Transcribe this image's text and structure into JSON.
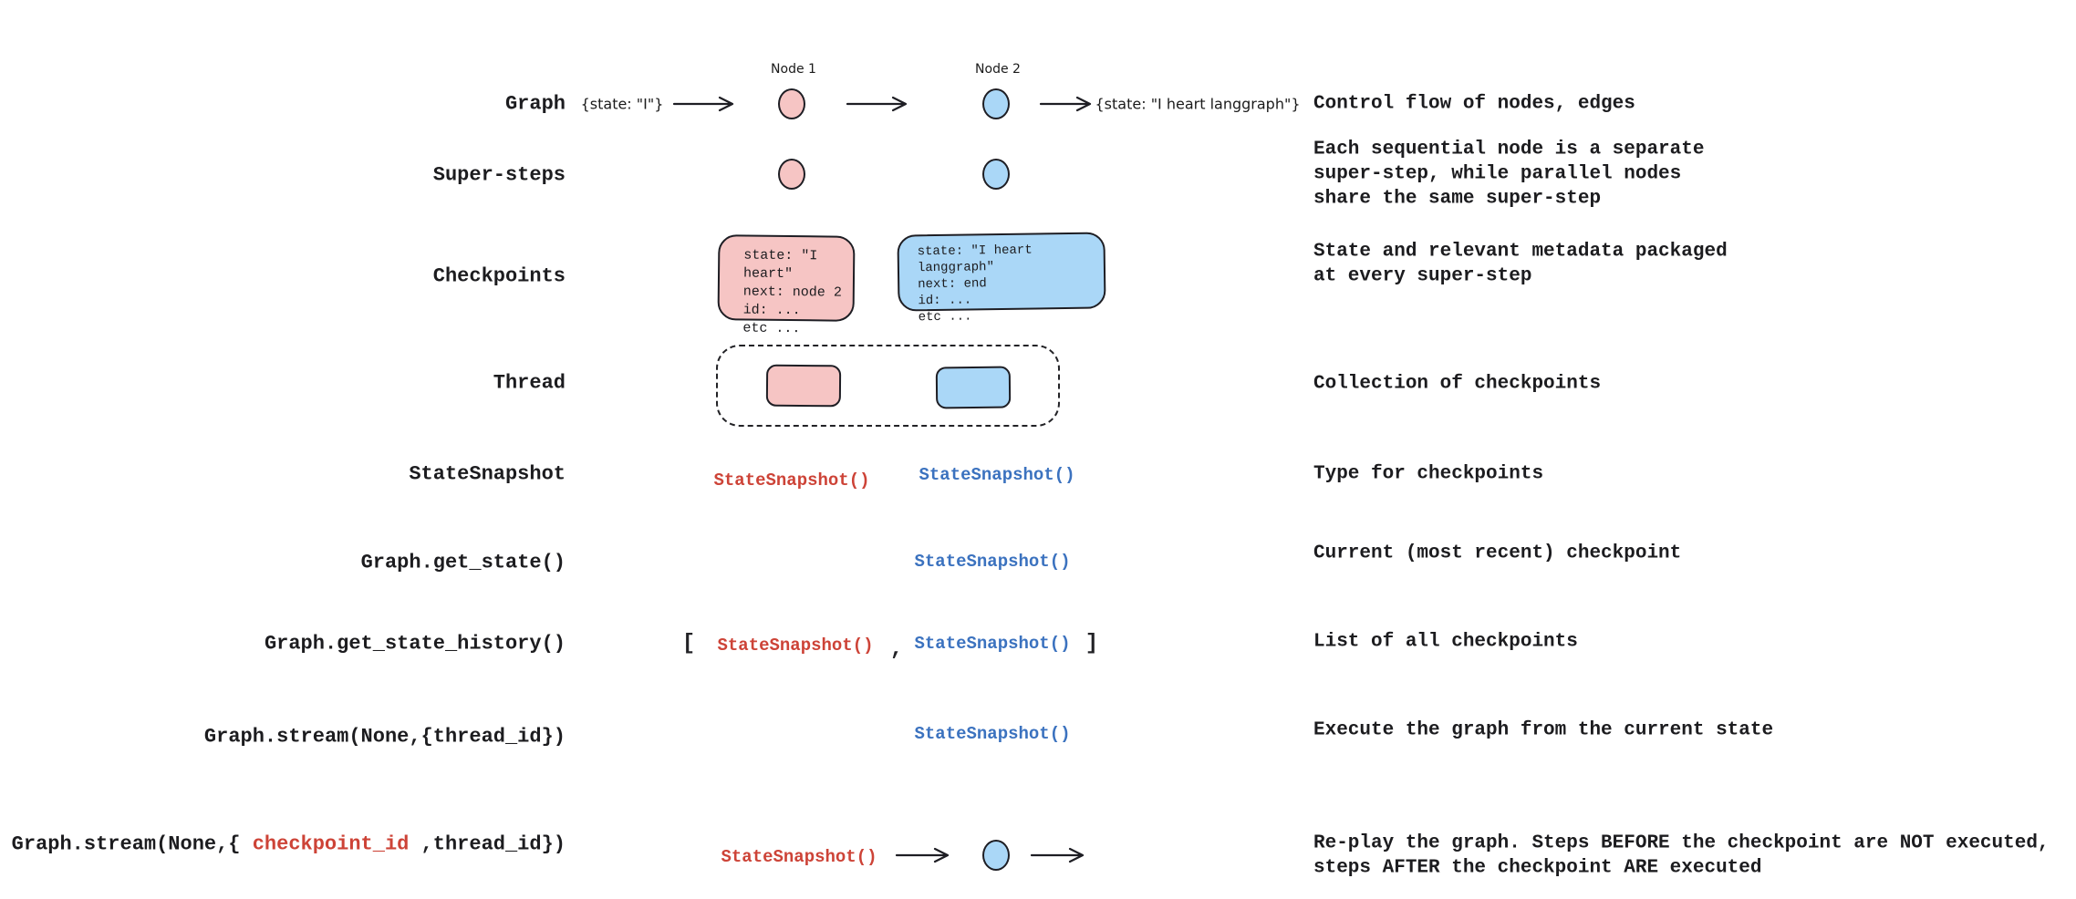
{
  "palette": {
    "pink_fill": "#f6c5c4",
    "blue_fill": "#aad7f7",
    "stroke": "#1e1e24",
    "ink": "#1c1c1f",
    "red_text": "#cd4337",
    "blue_text": "#3b72bf"
  },
  "rows": [
    {
      "label": "Graph",
      "desc": [
        "Control flow of nodes, edges"
      ]
    },
    {
      "label": "Super-steps",
      "desc": [
        "Each sequential node is a separate",
        "super-step, while parallel nodes",
        "share the same super-step"
      ]
    },
    {
      "label": "Checkpoints",
      "desc": [
        "State and relevant metadata packaged",
        "at every super-step"
      ]
    },
    {
      "label": "Thread",
      "desc": [
        "Collection of checkpoints"
      ]
    },
    {
      "label": "StateSnapshot",
      "desc": [
        "Type for checkpoints"
      ]
    },
    {
      "label": "Graph.get_state()",
      "desc": [
        "Current (most recent) checkpoint"
      ]
    },
    {
      "label": "Graph.get_state_history()",
      "desc": [
        "List of all checkpoints"
      ]
    },
    {
      "label": "Graph.stream(None,{thread_id})",
      "desc": [
        "Execute the graph from the current state"
      ]
    },
    {
      "label_parts": {
        "prefix": "Graph.stream(None,{ ",
        "highlight": "checkpoint_id",
        "suffix": " ,thread_id})"
      },
      "desc": [
        "Re-play the graph. Steps BEFORE the checkpoint are NOT executed,",
        "steps AFTER the checkpoint ARE executed"
      ]
    }
  ],
  "graph_flow": {
    "input_state": "{state: \"I\"}",
    "node1_label": "Node 1",
    "node2_label": "Node 2",
    "output_state": "{state: \"I heart langgraph\"}"
  },
  "checkpoint_cards": {
    "pink": [
      "state: \"I heart\"",
      "next: node 2",
      "id: ...",
      "etc ..."
    ],
    "blue": [
      "state: \"I heart langgraph\"",
      "next: end",
      "id: ...",
      "etc ..."
    ]
  },
  "snippet": {
    "state_snapshot": "StateSnapshot()",
    "bracket_open": "[",
    "comma": ",",
    "bracket_close": "]"
  }
}
